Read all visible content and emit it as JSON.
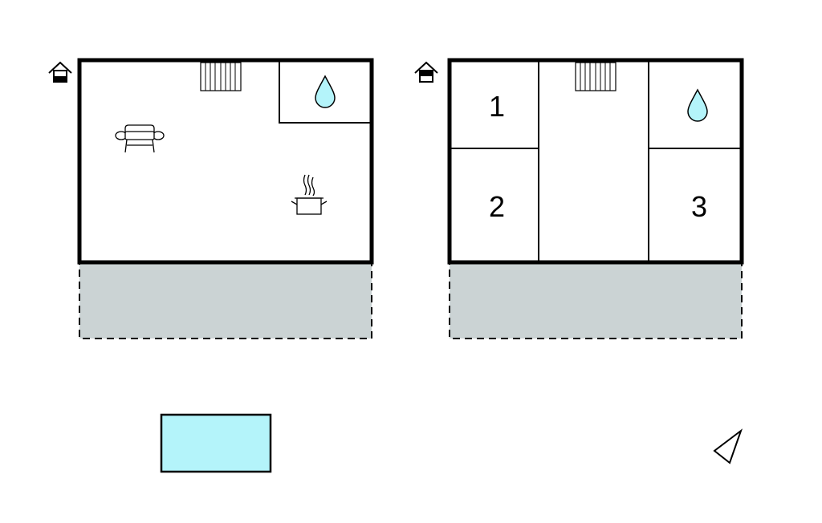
{
  "colors": {
    "wall": "#000000",
    "terrace": "#cbd3d4",
    "water": "#b4f4fa",
    "pool": "#b4f4fa",
    "background": "#ffffff"
  },
  "floors": [
    {
      "name": "ground-floor",
      "level_icon": "house-level-ground-icon",
      "rooms": [
        {
          "kind": "living-room",
          "icon": "sofa-icon"
        },
        {
          "kind": "kitchen",
          "icon": "cooking-pot-icon"
        },
        {
          "kind": "bathroom",
          "icon": "water-drop-icon"
        }
      ],
      "stairs_icon": "stairs-icon",
      "terrace": "terrace"
    },
    {
      "name": "upper-floor",
      "level_icon": "house-level-upper-icon",
      "rooms": [
        {
          "kind": "bedroom",
          "label": "1"
        },
        {
          "kind": "bedroom",
          "label": "2"
        },
        {
          "kind": "bedroom",
          "label": "3"
        },
        {
          "kind": "bathroom",
          "icon": "water-drop-icon"
        }
      ],
      "stairs_icon": "stairs-icon",
      "terrace": "terrace"
    }
  ],
  "pool": {
    "icon": "pool-rectangle"
  },
  "north_indicator": {
    "icon": "north-arrow-icon"
  }
}
